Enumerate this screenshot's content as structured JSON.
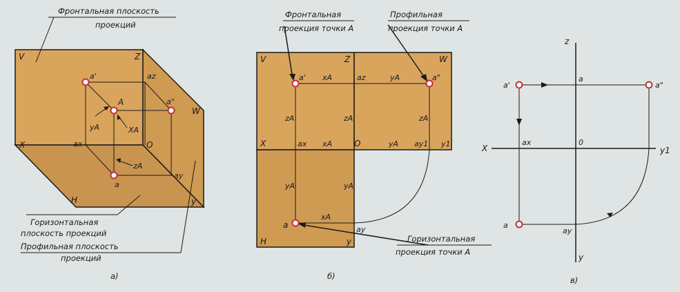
{
  "panel_a": {
    "caption": "а)",
    "callout_frontal": [
      "Фронтальная плоскость",
      "проекций"
    ],
    "callout_horizontal": [
      "Горизонтальная",
      "плоскость проекций"
    ],
    "callout_profile": [
      "Профильная плоскость",
      "проекций"
    ],
    "labels": {
      "V": "V",
      "W": "W",
      "Z": "Z",
      "H": "H",
      "X": "X",
      "O": "O",
      "y": "y",
      "A": "A",
      "a1": "a'",
      "a2": "a\"",
      "a": "a",
      "az": "az",
      "ax": "ax",
      "ay": "ay",
      "yA": "yA",
      "XA": "XA",
      "zA": "zA"
    }
  },
  "panel_b": {
    "caption": "б)",
    "callout_frontal": [
      "Фронтальная",
      "проекция точки A"
    ],
    "callout_profile": [
      "Профильная",
      "проекция точки A"
    ],
    "callout_horizontal": [
      "Горизонтальная",
      "проекция точки A"
    ],
    "labels": {
      "V": "V",
      "Z": "Z",
      "W": "W",
      "X": "X",
      "O": "O",
      "y1": "y1",
      "H": "H",
      "y": "y",
      "a1": "a'",
      "a2": "a\"",
      "a": "a",
      "xA_top": "xA",
      "az": "az",
      "yA_top": "yA",
      "zA_left": "zA",
      "zA_mid": "zA",
      "zA_right": "zA",
      "ax": "ax",
      "xA_mid": "xA",
      "yA_mid": "yA",
      "ay1": "ay1",
      "yA_low_left": "yA",
      "yA_low_mid": "yA",
      "xA_low": "xA",
      "ay": "ay"
    }
  },
  "panel_c": {
    "caption": "в)",
    "labels": {
      "z": "z",
      "X": "X",
      "O": "0",
      "y1": "y1",
      "y": "y",
      "a1": "a'",
      "a_top": "a",
      "a2": "a\"",
      "ax": "ax",
      "a": "a",
      "ay": "ay"
    }
  },
  "colors": {
    "plane_front": "#d9a45c",
    "plane_side": "#cf9a52",
    "plane_bottom": "#c99450",
    "point_outline": "#c2303a",
    "background": "#dfe5e4"
  }
}
